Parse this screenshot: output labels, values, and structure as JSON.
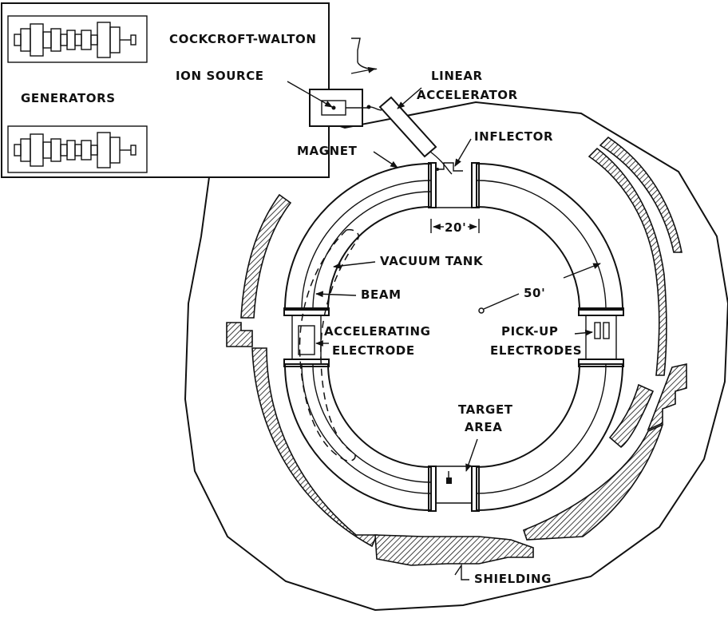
{
  "labels": {
    "generators": "GENERATORS",
    "cockcroft_walton": "COCKCROFT-WALTON",
    "ion_source": "ION SOURCE",
    "linear_line1": "LINEAR",
    "linear_line2": "ACCELERATOR",
    "inflector": "INFLECTOR",
    "magnet": "MAGNET",
    "gap_dimension": "20'",
    "vacuum_tank": "VACUUM TANK",
    "radius_dimension": "50'",
    "beam": "BEAM",
    "accel_line1": "ACCELERATING",
    "accel_line2": "ELECTRODE",
    "pickup_line1": "PICK-UP",
    "pickup_line2": "ELECTRODES",
    "target_line1": "TARGET",
    "target_line2": "AREA",
    "shielding": "SHIELDING"
  }
}
